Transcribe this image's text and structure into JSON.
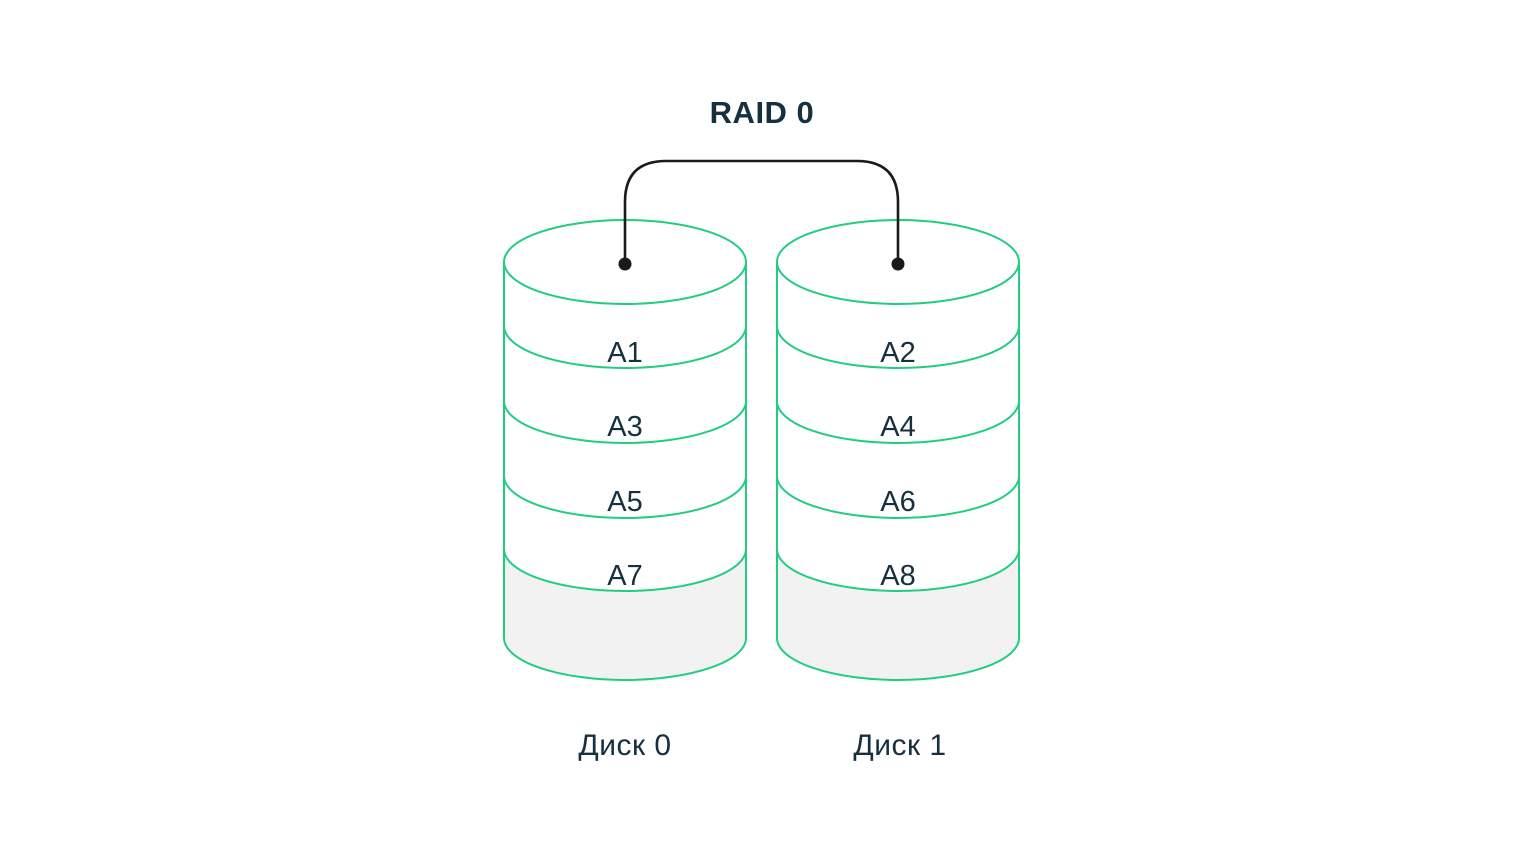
{
  "title": "RAID 0",
  "disks": [
    {
      "name": "Диск 0",
      "blocks": [
        "A1",
        "A3",
        "A5",
        "A7"
      ]
    },
    {
      "name": "Диск 1",
      "blocks": [
        "A2",
        "A4",
        "A6",
        "A8"
      ]
    }
  ],
  "colors": {
    "cylinder_stroke": "#22cd81",
    "text": "#16303f",
    "connector": "#1a1a1a",
    "bottom_band_fill": "#f2f2f2",
    "background": "#ffffff"
  }
}
